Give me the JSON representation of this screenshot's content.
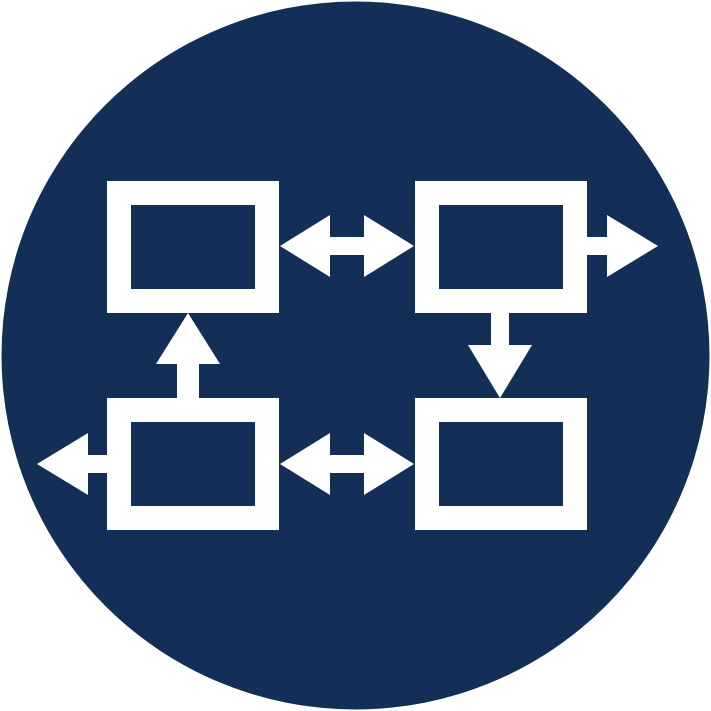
{
  "icon": {
    "name": "process-flow-diagram-icon",
    "background_color": "#132e57",
    "foreground_color": "#ffffff",
    "nodes": [
      {
        "id": "top-left-box"
      },
      {
        "id": "top-right-box"
      },
      {
        "id": "bottom-left-box"
      },
      {
        "id": "bottom-right-box"
      }
    ],
    "connectors": [
      {
        "id": "top-bidirectional-arrow",
        "from": "top-left-box",
        "to": "top-right-box",
        "direction": "both"
      },
      {
        "id": "top-right-output-arrow",
        "from": "top-right-box",
        "to": "outside-right",
        "direction": "forward"
      },
      {
        "id": "down-arrow",
        "from": "top-right-box",
        "to": "bottom-right-box",
        "direction": "forward"
      },
      {
        "id": "bottom-bidirectional-arrow",
        "from": "bottom-left-box",
        "to": "bottom-right-box",
        "direction": "both"
      },
      {
        "id": "up-arrow",
        "from": "bottom-left-box",
        "to": "top-left-box",
        "direction": "forward"
      },
      {
        "id": "bottom-left-output-arrow",
        "from": "bottom-left-box",
        "to": "outside-left",
        "direction": "forward"
      }
    ]
  }
}
